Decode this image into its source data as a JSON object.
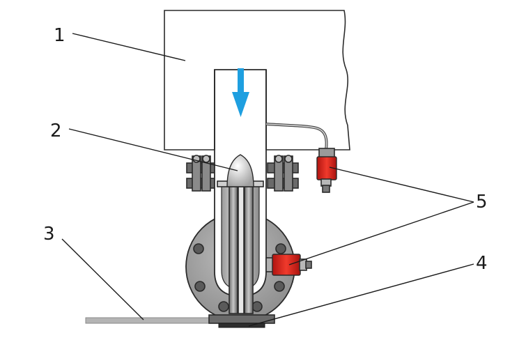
{
  "callouts": [
    {
      "id": "1",
      "label": "1"
    },
    {
      "id": "2",
      "label": "2"
    },
    {
      "id": "3",
      "label": "3"
    },
    {
      "id": "4",
      "label": "4"
    },
    {
      "id": "5",
      "label": "5"
    }
  ],
  "colors": {
    "flow_arrow": "#1e9fe0",
    "sensor_body": "#e0261c",
    "steel_dark": "#5a5a5a",
    "steel_mid": "#a8a8a8",
    "steel_light": "#d6d6d6",
    "line": "#2a2a2a"
  },
  "icons": {
    "flow_direction": "arrow-down-icon"
  }
}
